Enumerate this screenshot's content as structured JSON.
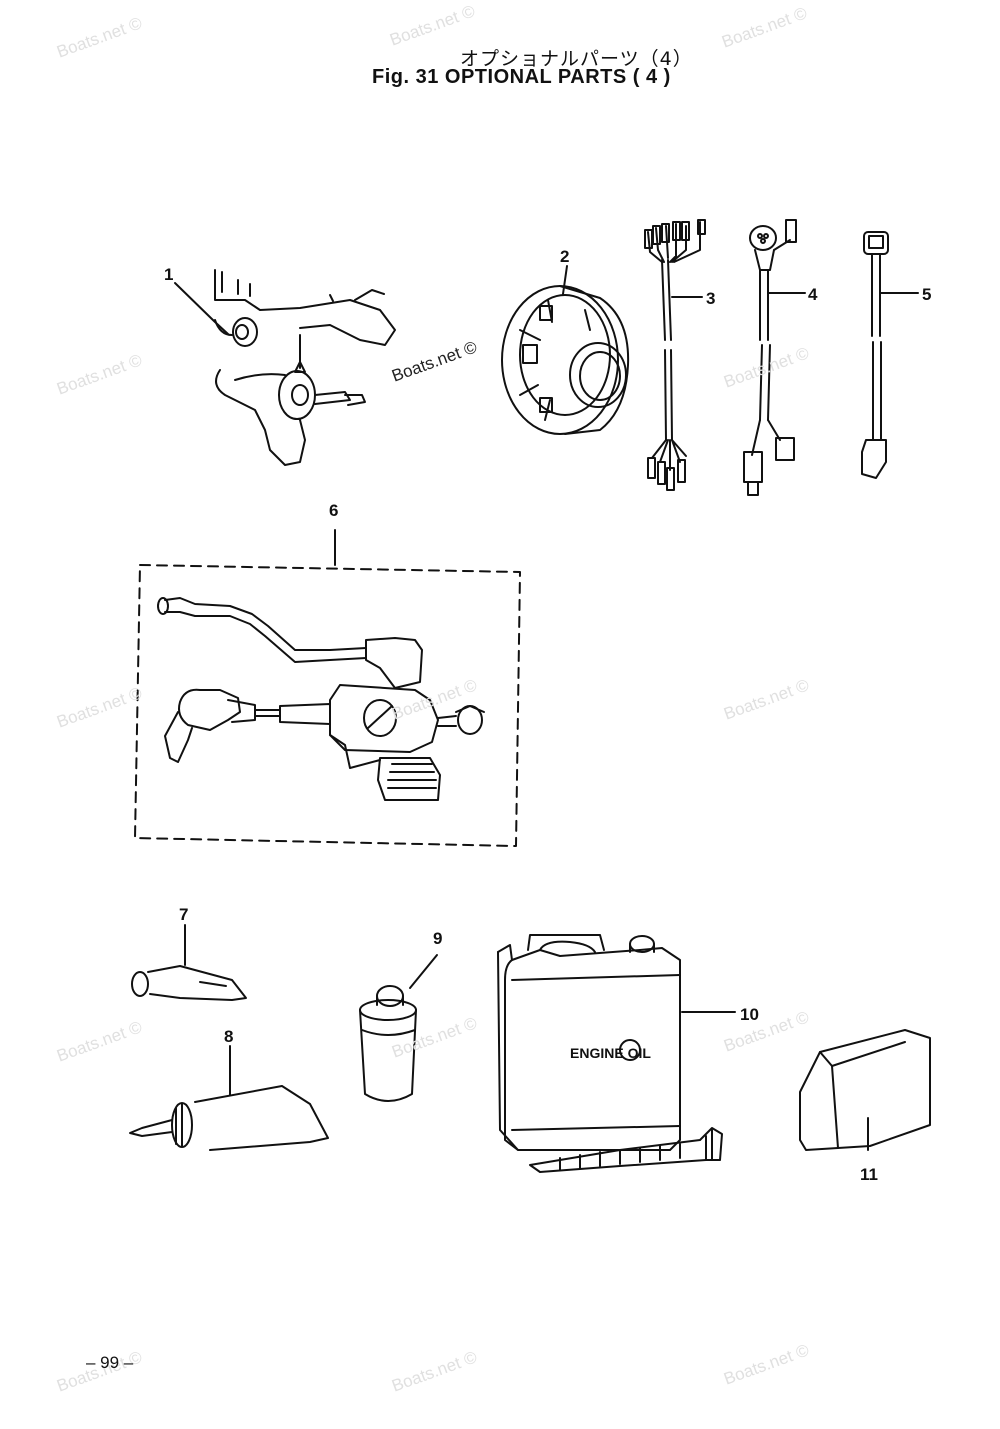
{
  "header": {
    "title_jp": "オプショナルパーツ（4）",
    "title_en": "Fig. 31   OPTIONAL PARTS ( 4 )"
  },
  "footer": {
    "page_number": "– 99 –"
  },
  "watermark": "Boats.net ©",
  "callouts": [
    "1",
    "2",
    "3",
    "4",
    "5",
    "6",
    "7",
    "8",
    "9",
    "10",
    "11"
  ],
  "product_labels": {
    "engine_oil": "ENGINE OIL"
  },
  "colors": {
    "ink": "#111111",
    "watermark": "#e0e0e0",
    "paper": "#ffffff"
  }
}
